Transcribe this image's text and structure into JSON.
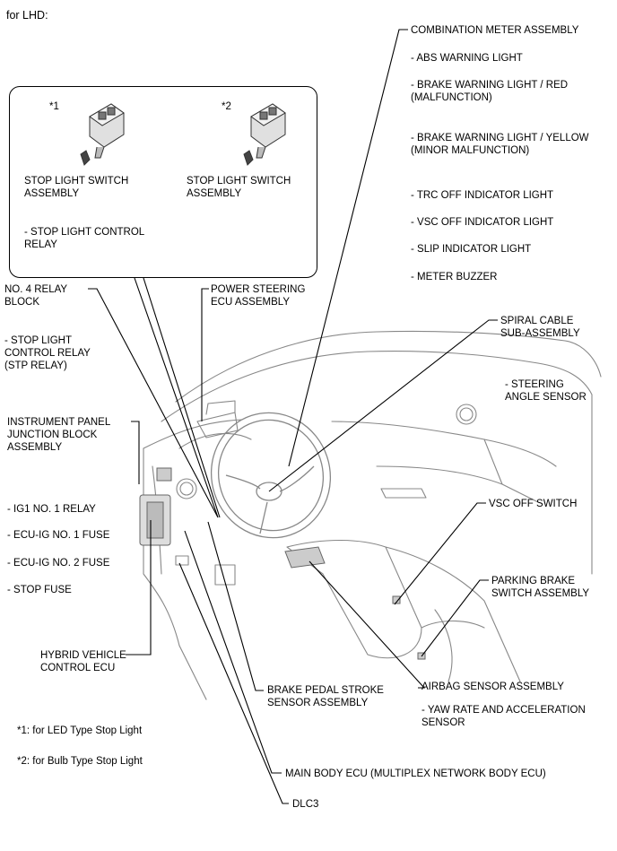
{
  "header": {
    "title": "for LHD:"
  },
  "callout": {
    "item1": {
      "marker": "*1",
      "name": "STOP LIGHT SWITCH\nASSEMBLY",
      "sub": "- STOP LIGHT CONTROL\nRELAY"
    },
    "item2": {
      "marker": "*2",
      "name": "STOP LIGHT SWITCH\nASSEMBLY"
    }
  },
  "labels": {
    "combination_meter": "COMBINATION METER ASSEMBLY",
    "abs_warning": "- ABS WARNING LIGHT",
    "brake_warning_red": "- BRAKE WARNING LIGHT / RED\n(MALFUNCTION)",
    "brake_warning_yellow": "- BRAKE WARNING LIGHT / YELLOW\n(MINOR MALFUNCTION)",
    "trc_off": "- TRC OFF INDICATOR LIGHT",
    "vsc_off_indicator": "- VSC OFF INDICATOR LIGHT",
    "slip_indicator": "- SLIP INDICATOR LIGHT",
    "meter_buzzer": "- METER BUZZER",
    "relay_block": "NO. 4 RELAY\nBLOCK",
    "stp_relay": "- STOP LIGHT\nCONTROL RELAY\n(STP RELAY)",
    "power_steering": "POWER STEERING\nECU ASSEMBLY",
    "spiral_cable": "SPIRAL CABLE\nSUB-ASSEMBLY",
    "steering_angle": "- STEERING\nANGLE SENSOR",
    "ip_junction": "INSTRUMENT PANEL\nJUNCTION BLOCK\nASSEMBLY",
    "ig1_relay": "- IG1 NO. 1 RELAY",
    "ecu_ig1": "- ECU-IG NO. 1 FUSE",
    "ecu_ig2": "- ECU-IG NO. 2 FUSE",
    "stop_fuse": "- STOP FUSE",
    "vsc_off_switch": "VSC OFF SWITCH",
    "parking_brake": "PARKING BRAKE\nSWITCH ASSEMBLY",
    "hybrid_ecu": "HYBRID VEHICLE\nCONTROL ECU",
    "airbag_sensor": "AIRBAG SENSOR ASSEMBLY",
    "yaw_rate": "- YAW RATE AND ACCELERATION\nSENSOR",
    "brake_pedal_stroke": "BRAKE PEDAL STROKE\nSENSOR ASSEMBLY",
    "main_body_ecu": "MAIN BODY ECU (MULTIPLEX NETWORK BODY ECU)",
    "dlc3": "DLC3"
  },
  "notes": {
    "note1": "*1: for LED Type Stop Light",
    "note2": "*2: for Bulb Type Stop Light"
  }
}
